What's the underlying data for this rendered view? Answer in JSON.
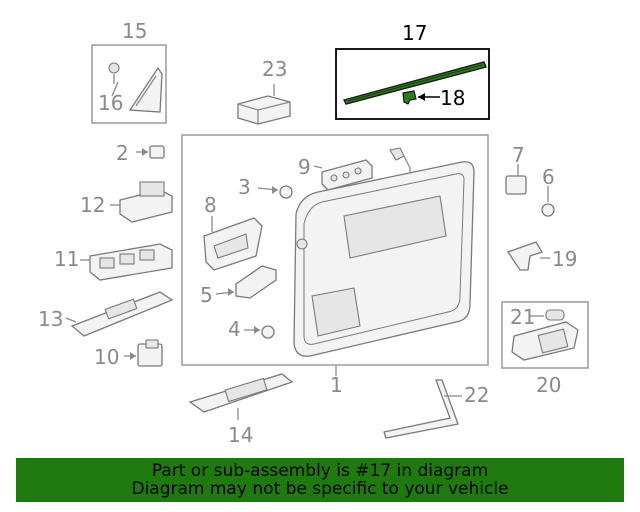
{
  "callouts": [
    "1",
    "2",
    "3",
    "4",
    "5",
    "6",
    "7",
    "8",
    "9",
    "10",
    "11",
    "12",
    "13",
    "14",
    "15",
    "16",
    "17",
    "18",
    "19",
    "20",
    "21",
    "22",
    "23"
  ],
  "highlight_part": "17",
  "highlight_color": "#2e7d1a",
  "banner": {
    "line1": "Part or sub-assembly is #17 in diagram",
    "line2": "Diagram may not be specific to your vehicle",
    "background": "#1e7a0c"
  }
}
